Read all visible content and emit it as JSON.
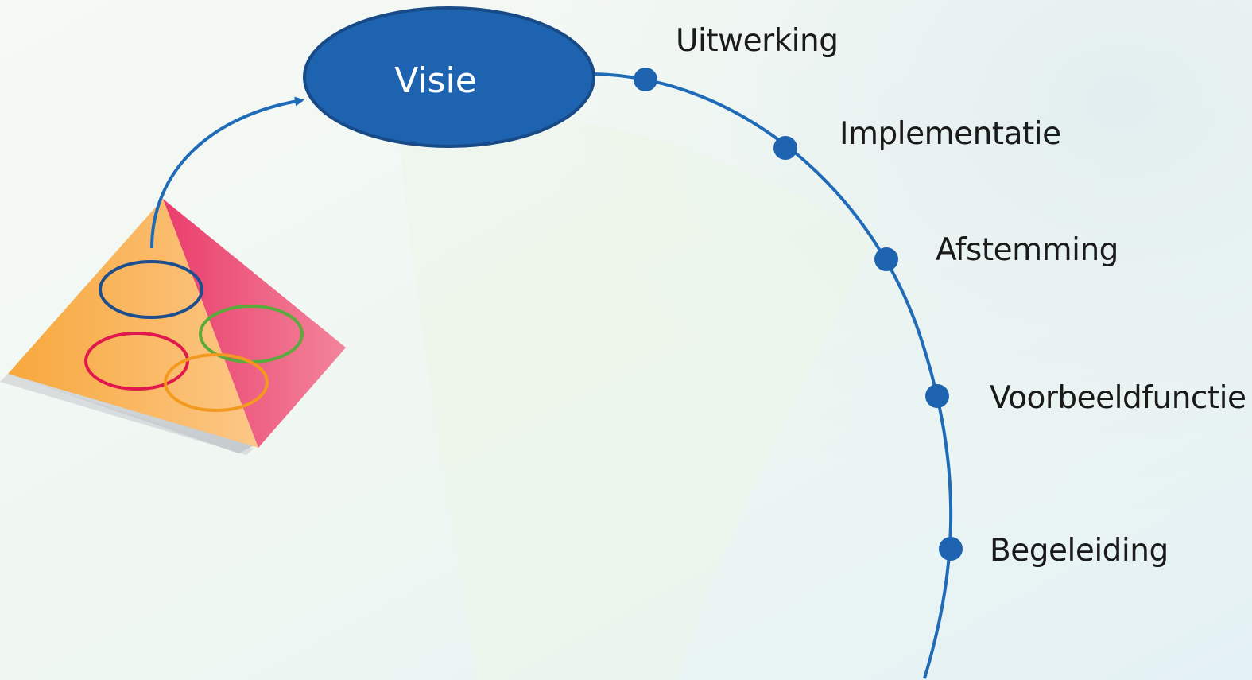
{
  "visie": {
    "label": "Visie"
  },
  "steps": [
    {
      "label": "Uitwerking"
    },
    {
      "label": "Implementatie"
    },
    {
      "label": "Afstemming"
    },
    {
      "label": "Voorbeeldfunctie"
    },
    {
      "label": "Begeleiding"
    }
  ],
  "colors": {
    "accent_blue": "#1f6bb8",
    "node_blue": "#1e63b0",
    "ellipse_dark_blue": "#1d4f8f",
    "ring_green": "#5aab3c",
    "ring_red": "#e0184d",
    "ring_orange": "#f39a1e",
    "pyramid_orange": "#f8b04a",
    "pyramid_pink": "#ec4a78"
  }
}
